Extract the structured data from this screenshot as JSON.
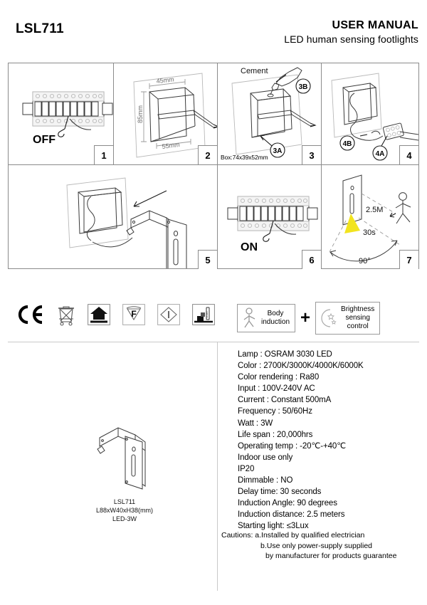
{
  "header": {
    "model_code": "LSL711",
    "manual_title": "USER MANUAL",
    "manual_subtitle": "LED human sensing footlights"
  },
  "steps": [
    {
      "number": "1",
      "caption": "OFF",
      "note": "",
      "icon": "breaker-panel-off-icon"
    },
    {
      "number": "2",
      "caption": "",
      "note": "",
      "dim_width": "45mm",
      "dim_height": "85mm",
      "dim_depth": "55mm",
      "icon": "wall-cutout-dimensions-icon"
    },
    {
      "number": "3",
      "caption": "Cement",
      "label_a": "3A",
      "label_b": "3B",
      "note": "Box:74x39x52mm",
      "icon": "cement-box-install-icon"
    },
    {
      "number": "4",
      "caption": "",
      "label_a": "4A",
      "label_b": "4B",
      "note": "",
      "icon": "wire-connector-icon"
    },
    {
      "number": "5",
      "caption": "",
      "note": "",
      "icon": "fixture-mount-icon"
    },
    {
      "number": "6",
      "caption": "ON",
      "note": "",
      "icon": "breaker-panel-on-icon"
    },
    {
      "number": "7",
      "caption": "",
      "note": "",
      "range": "2.5M",
      "delay": "30s",
      "angle": "90°",
      "icon": "sensing-range-icon"
    }
  ],
  "cert_icons": [
    {
      "name": "ce-mark-icon",
      "label": "CE"
    },
    {
      "name": "weee-crossed-bin-icon",
      "label": "WEEE"
    },
    {
      "name": "indoor-use-house-icon",
      "label": "Indoor use"
    },
    {
      "name": "f-mark-flammable-surface-icon",
      "label": "F"
    },
    {
      "name": "class-1-diamond-icon",
      "label": "I"
    },
    {
      "name": "minimum-distance-icon",
      "label": "min distance"
    }
  ],
  "badges": [
    {
      "icon": "walking-person-icon",
      "line1": "Body",
      "line2": "induction",
      "line3": ""
    },
    {
      "icon": "moon-stars-icon",
      "line1": "Brightness",
      "line2": "sensing",
      "line3": "control"
    }
  ],
  "plus_symbol": "+",
  "product": {
    "icon": "footlight-fixture-icon",
    "model": "LSL711",
    "dimensions": "L88xW40xH38(mm)",
    "power": "LED-3W"
  },
  "specs": [
    "Lamp : OSRAM 3030 LED",
    "Color : 2700K/3000K/4000K/6000K",
    "Color rendering : Ra80",
    "Input : 100V-240V AC",
    "Current : Constant 500mA",
    "Frequency : 50/60Hz",
    "Watt : 3W",
    "Life span : 20,000hrs",
    "Operating temp : -20℃-+40℃",
    "Indoor use only",
    "IP20",
    "Dimmable : NO",
    "Delay time: 30 seconds",
    "Induction Angle: 90 degrees",
    "Induction distance: 2.5 meters",
    "Starting light: ≤3Lux"
  ],
  "cautions": {
    "line_a": "Cautions: a.Installed by qualified electrician",
    "line_b": "b.Use only power-supply supplied",
    "line_c": "by manufacturer for products guarantee"
  },
  "colors": {
    "light_cone": "#f2e41f",
    "line": "#3a3a3a",
    "border": "#8b8b8b"
  }
}
